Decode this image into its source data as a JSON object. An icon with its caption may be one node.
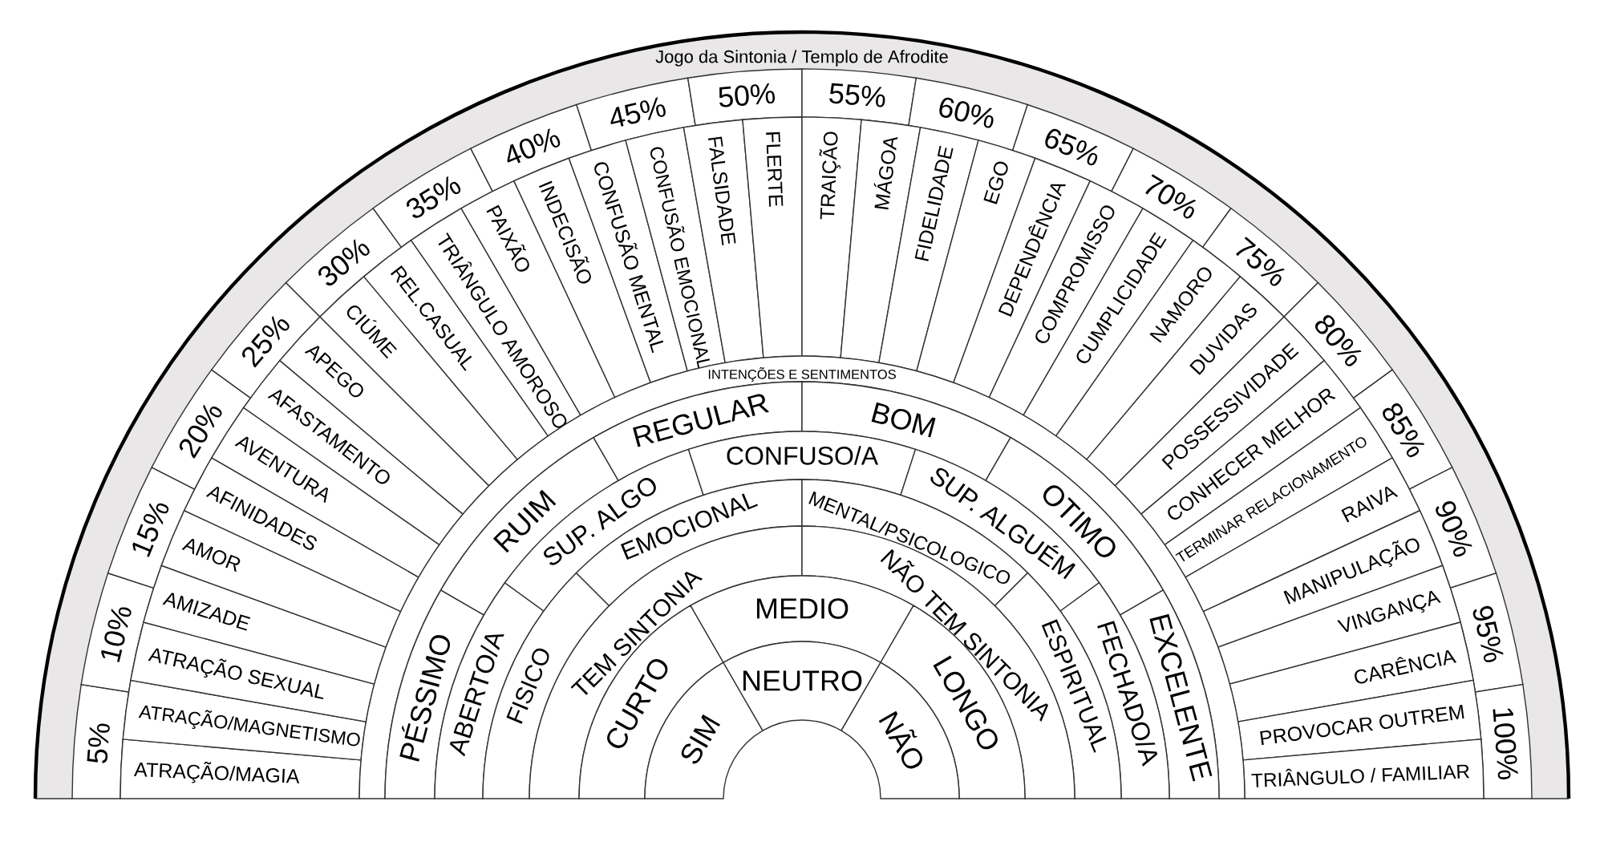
{
  "diagram": {
    "title": "Jogo da Sintonia / Templo de Afrodite",
    "nodes": [
      {
        "text": [
          "5%"
        ]
      },
      {
        "text": [
          "10%"
        ]
      },
      {
        "text": [
          "15%"
        ]
      },
      {
        "text": [
          "20%"
        ]
      },
      {
        "text": [
          "25%"
        ]
      },
      {
        "text": [
          "30%"
        ]
      },
      {
        "text": [
          "35%"
        ]
      },
      {
        "text": [
          "40%"
        ]
      },
      {
        "text": [
          "45%"
        ]
      },
      {
        "text": [
          "50%"
        ]
      },
      {
        "text": [
          "55%"
        ]
      },
      {
        "text": [
          "60%"
        ]
      },
      {
        "text": [
          "65%"
        ]
      },
      {
        "text": [
          "70%"
        ]
      },
      {
        "text": [
          "75%"
        ]
      },
      {
        "text": [
          "80%"
        ]
      },
      {
        "text": [
          "85%"
        ]
      },
      {
        "text": [
          "90%"
        ]
      },
      {
        "text": [
          "95%"
        ]
      },
      {
        "text": [
          "100%"
        ]
      },
      {
        "text": [
          "ATRAÇÃO/MAGIA"
        ]
      },
      {
        "text": [
          "ATRAÇÃO/MAGNETISMO"
        ]
      },
      {
        "text": [
          "ATRAÇÃO SEXUAL"
        ]
      },
      {
        "text": [
          "AMIZADE"
        ]
      },
      {
        "text": [
          "AMOR"
        ]
      },
      {
        "text": [
          "AFINIDADES"
        ]
      },
      {
        "text": [
          "AVENTURA"
        ]
      },
      {
        "text": [
          "AFASTAMENTO"
        ]
      },
      {
        "text": [
          "APEGO"
        ]
      },
      {
        "text": [
          "CIÚME"
        ]
      },
      {
        "text": [
          "REL.CASUAL"
        ]
      },
      {
        "text": [
          "TRIÂNGULO AMOROSO"
        ]
      },
      {
        "text": [
          "PAIXÃO"
        ]
      },
      {
        "text": [
          "INDECISÃO"
        ]
      },
      {
        "text": [
          "CONFUSÃO MENTAL"
        ]
      },
      {
        "text": [
          "CONFUSÃO EMOCIONAL"
        ]
      },
      {
        "text": [
          "FALSIDADE"
        ]
      },
      {
        "text": [
          "FLERTE"
        ]
      },
      {
        "text": [
          "TRAIÇÃO"
        ]
      },
      {
        "text": [
          "MÁGOA"
        ]
      },
      {
        "text": [
          "FIDELIDADE"
        ]
      },
      {
        "text": [
          "EGO"
        ]
      },
      {
        "text": [
          "DEPENDÊNCIA"
        ]
      },
      {
        "text": [
          "COMPROMISSO"
        ]
      },
      {
        "text": [
          "CUMPLICIDADE"
        ]
      },
      {
        "text": [
          "NAMORO"
        ]
      },
      {
        "text": [
          "DUVIDAS"
        ]
      },
      {
        "text": [
          "POSSESSIVIDADE"
        ]
      },
      {
        "text": [
          "CONHECER MELHOR"
        ]
      },
      {
        "text": [
          "TERMINAR RELACIONAMENTO"
        ]
      },
      {
        "text": [
          "RAIVA"
        ]
      },
      {
        "text": [
          "MANIPULAÇÃO"
        ]
      },
      {
        "text": [
          "VINGANÇA"
        ]
      },
      {
        "text": [
          "CARÊNCIA"
        ]
      },
      {
        "text": [
          "PROVOCAR OUTREM"
        ]
      },
      {
        "text": [
          "TRIÂNGULO / FAMILIAR"
        ]
      },
      {
        "text": [
          "INTENÇÕES E SENTIMENTOS"
        ]
      },
      {
        "text": [
          "PÉSSIMO"
        ]
      },
      {
        "text": [
          "RUIM"
        ]
      },
      {
        "text": [
          "REGULAR"
        ]
      },
      {
        "text": [
          "BOM"
        ]
      },
      {
        "text": [
          "OTIMO"
        ]
      },
      {
        "text": [
          "EXCELENTE"
        ]
      },
      {
        "text": [
          "ABERTO/A"
        ]
      },
      {
        "text": [
          "SUP. ALGO"
        ]
      },
      {
        "text": [
          "CONFUSO/A"
        ]
      },
      {
        "text": [
          "SUP. ALGUÉM"
        ]
      },
      {
        "text": [
          "FECHADO/A"
        ]
      },
      {
        "text": [
          "FISICO"
        ]
      },
      {
        "text": [
          "EMOCIONAL"
        ]
      },
      {
        "text": [
          "MENTAL/PSICOLOGICO"
        ]
      },
      {
        "text": [
          "ESPIRITUAL"
        ]
      },
      {
        "text": [
          "TEM SINTONIA"
        ]
      },
      {
        "text": [
          "NÃO TEM SINTONIA"
        ]
      },
      {
        "text": [
          "CURTO"
        ]
      },
      {
        "text": [
          "MEDIO"
        ]
      },
      {
        "text": [
          "LONGO"
        ]
      },
      {
        "text": [
          "SIM"
        ]
      },
      {
        "text": [
          "NEUTRO"
        ]
      },
      {
        "text": [
          "NÃO"
        ]
      }
    ]
  }
}
